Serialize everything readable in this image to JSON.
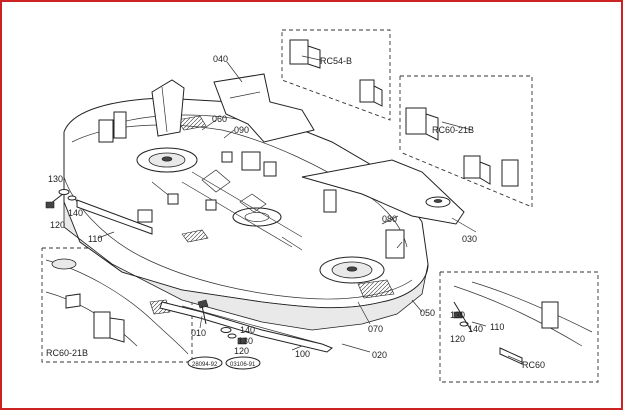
{
  "diagram": {
    "part_numbers": {
      "p010": "010",
      "p020": "020",
      "p030": "030",
      "p040": "040",
      "p050": "050",
      "p060": "060",
      "p070": "070",
      "p080": "080",
      "p090": "090",
      "p100": "100",
      "p110": "110",
      "p120": "120",
      "p130": "130",
      "p140": "140"
    },
    "kits": {
      "rc54b": "RC54-B",
      "rc60_21b_top": "RC60-21B",
      "rc60_21b_bottom": "RC60-21B",
      "rc60": "RC60"
    },
    "inset_labels": {
      "i130": "130",
      "i140": "140",
      "i120": "120",
      "i110": "110"
    },
    "stamps": {
      "left": "28094-92",
      "right": "03106-91"
    },
    "colors": {
      "frame_border": "#cc2222",
      "line": "#222222"
    }
  }
}
